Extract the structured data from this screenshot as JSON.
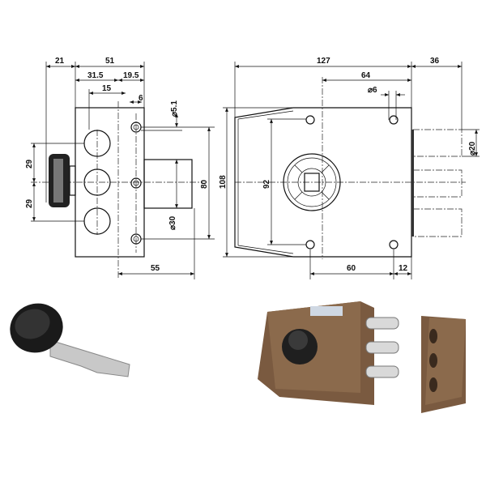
{
  "title": "Lock technical drawing",
  "side_view": {
    "dims": {
      "d21": "21",
      "d51": "51",
      "d31_5": "31.5",
      "d19_5": "19.5",
      "d15": "15",
      "d6": "6",
      "d5_1": "⌀5.1",
      "d29_top": "29",
      "d29_bottom": "29",
      "d80": "80",
      "d30": "⌀30",
      "d55": "55"
    }
  },
  "front_view": {
    "dims": {
      "d108": "108",
      "d127": "127",
      "d36": "36",
      "d64": "64",
      "d6": "⌀6",
      "d92": "92",
      "d20": "⌀20",
      "d60": "60",
      "d12": "12"
    }
  },
  "colors": {
    "lock_body": "#7a5a40",
    "key_head": "#1a1a1a",
    "key_blade": "#c8c8c8",
    "bolts": "#d9d9d9"
  }
}
